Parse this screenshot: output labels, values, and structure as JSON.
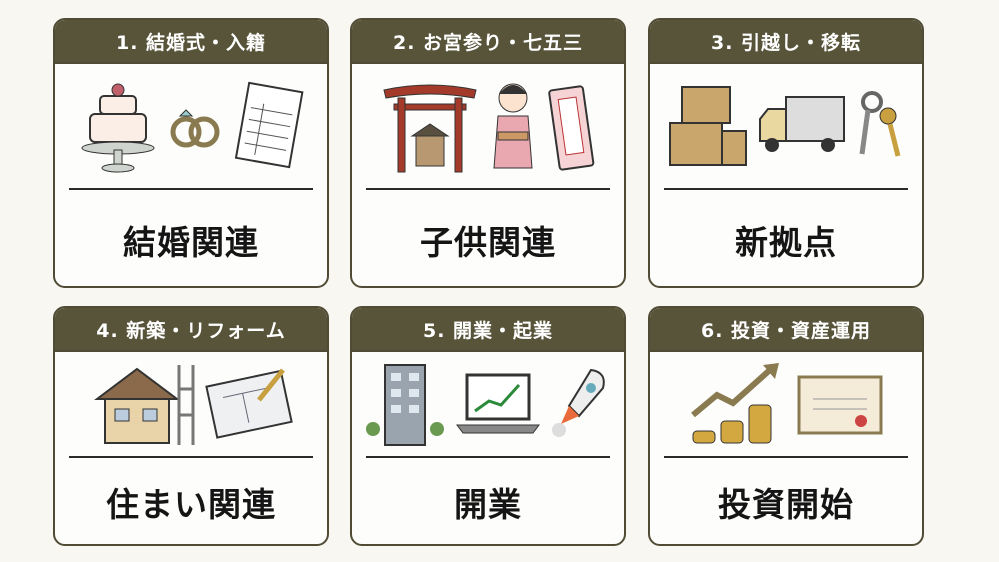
{
  "cards": [
    {
      "header": "1. 結婚式・入籍",
      "label": "結婚関連"
    },
    {
      "header": "2. お宮参り・七五三",
      "label": "子供関連"
    },
    {
      "header": "3. 引越し・移転",
      "label": "新拠点"
    },
    {
      "header": "4. 新築・リフォーム",
      "label": "住まい関連"
    },
    {
      "header": "5. 開業・起業",
      "label": "開業"
    },
    {
      "header": "6. 投資・資産運用",
      "label": "投資開始"
    }
  ],
  "colors": {
    "header": "#58543a",
    "border": "#4f4b35",
    "background": "#f8f7f2"
  }
}
